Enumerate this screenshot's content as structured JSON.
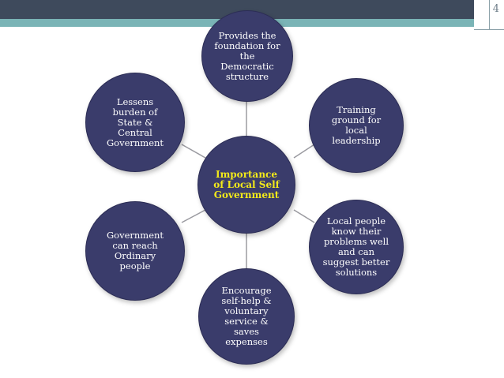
{
  "slide": {
    "page_number": "4"
  },
  "center": {
    "text": "Importance\nof Local Self\nGovernment",
    "color": "#f2e91a"
  },
  "nodes": {
    "top": "Provides the\nfoundation for\nthe\nDemocratic\nstructure",
    "upper_right": "Training\nground for\nlocal\nleadership",
    "lower_right": "Local people\nknow their\nproblems well\nand can\nsuggest better\nsolutions",
    "bottom": "Encourage\nself-help &\nvoluntary\nservice &\nsaves\nexpenses",
    "lower_left": "Government\ncan reach\nOrdinary\npeople",
    "upper_left": "Lessens\nburden of\nState &\nCentral\nGovernment"
  },
  "colors": {
    "node_fill": "#3a3c6b",
    "node_text": "#ffffff",
    "connector": "#9a9aa0"
  }
}
